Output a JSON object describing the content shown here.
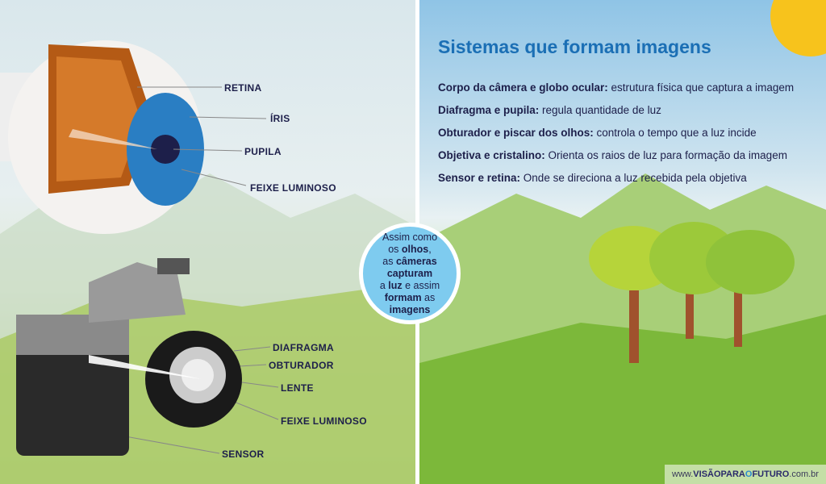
{
  "left": {
    "eye_labels": [
      "RETINA",
      "ÍRIS",
      "PUPILA",
      "FEIXE LUMINOSO"
    ],
    "camera_labels": [
      "DIAFRAGMA",
      "OBTURADOR",
      "LENTE",
      "FEIXE LUMINOSO",
      "SENSOR"
    ]
  },
  "center": {
    "parts": [
      "Assim como",
      "os ",
      "olhos",
      ",",
      "as ",
      "câmeras",
      "capturam",
      "a ",
      "luz",
      " e assim",
      "formam",
      " as",
      "imagens"
    ]
  },
  "right": {
    "title": "Sistemas que formam imagens",
    "items": [
      {
        "term": "Corpo da câmera e globo ocular:",
        "desc": " estrutura física que captura a imagem"
      },
      {
        "term": "Diafragma e pupila:",
        "desc": " regula quantidade de luz"
      },
      {
        "term": "Obturador e piscar dos olhos:",
        "desc": " controla o tempo que a luz incide"
      },
      {
        "term": "Objetiva e cristalino:",
        "desc": " Orienta os raios de luz para formação da imagem"
      },
      {
        "term": "Sensor e retina:",
        "desc": " Onde se direciona a luz recebida pela objetiva"
      }
    ]
  },
  "footer": {
    "prefix": "www.",
    "brand": "VISÃOPARA",
    "o": "O",
    "brand2": "FUTURO",
    ".suffix": "",
    "suffix": ".com.br"
  },
  "colors": {
    "title": "#1b6fb5",
    "text": "#1d1f4a",
    "circle": "#7ecbef"
  }
}
